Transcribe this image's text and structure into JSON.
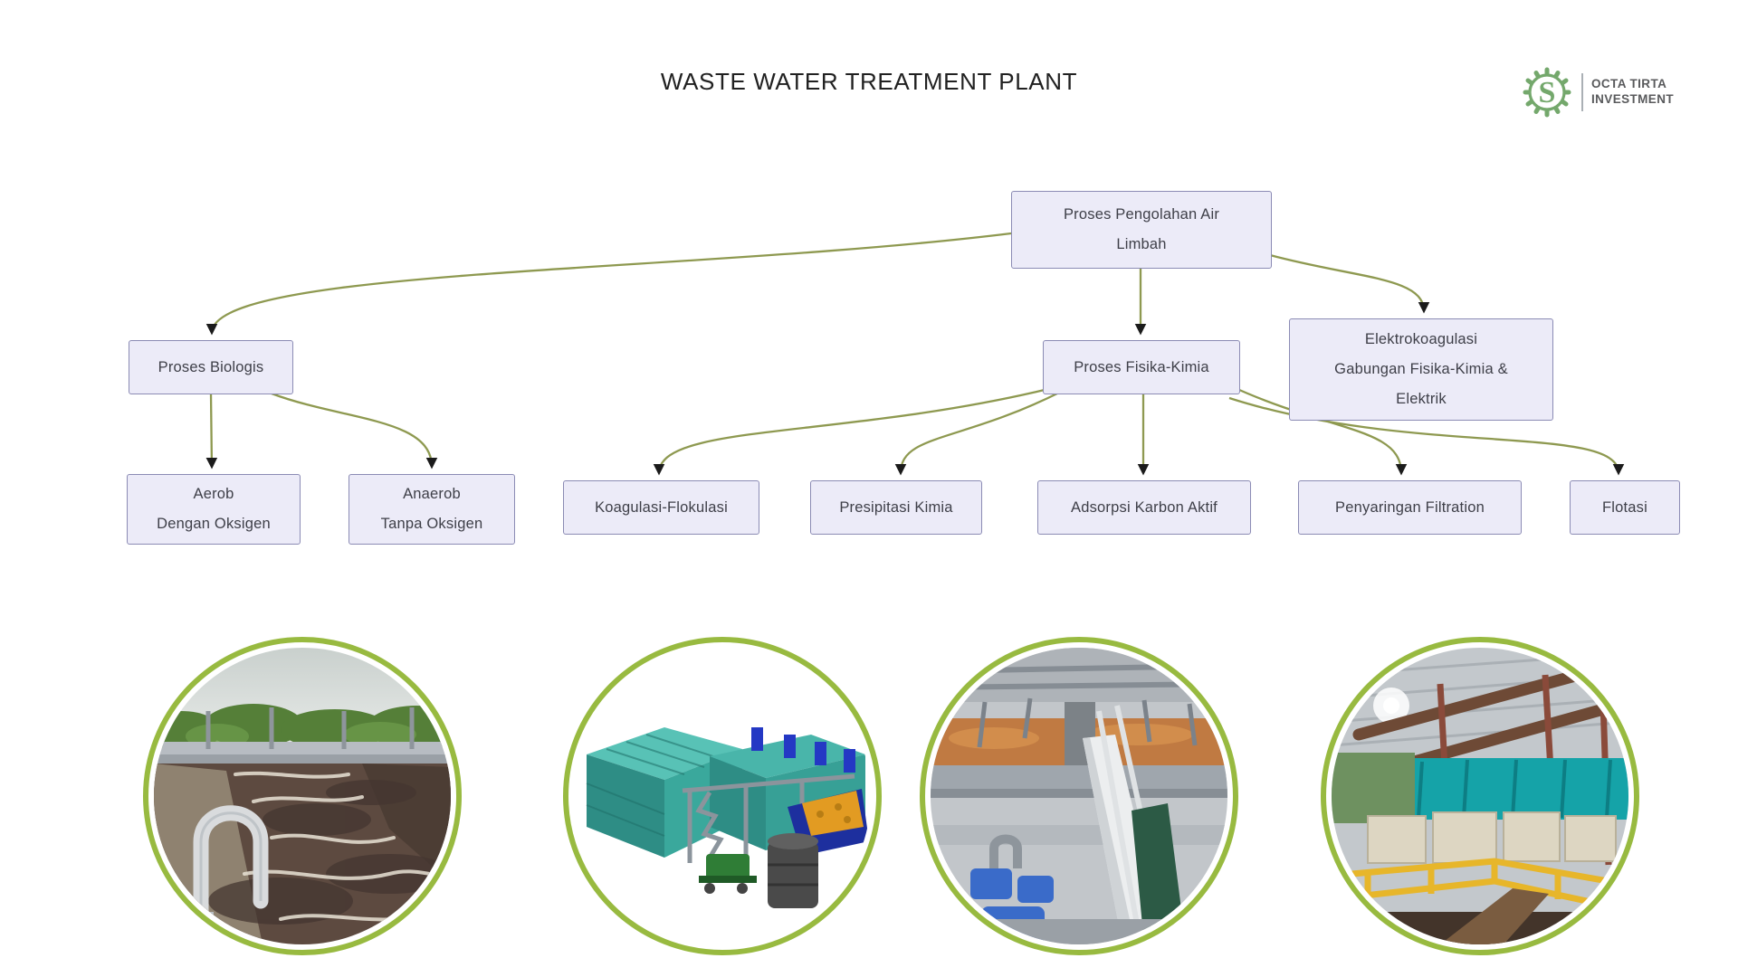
{
  "title": "WASTE WATER TREATMENT PLANT",
  "logo": {
    "gear_letter": "S",
    "company_line1": "OCTA TIRTA",
    "company_line2": "INVESTMENT"
  },
  "colors": {
    "accent_green": "#98BA40",
    "logo_green": "#74A86C",
    "connector_olive": "#8E9950",
    "node_fill": "#ECEBF8",
    "node_border": "#8B8BB4",
    "arrowhead": "#1B1B1B"
  },
  "flowchart": {
    "nodes": [
      {
        "id": "root",
        "lines": [
          "Proses Pengolahan Air",
          "Limbah"
        ]
      },
      {
        "id": "biologis",
        "lines": [
          "Proses Biologis"
        ]
      },
      {
        "id": "fisika",
        "lines": [
          "Proses Fisika-Kimia"
        ]
      },
      {
        "id": "elektro",
        "lines": [
          "Elektrokoagulasi",
          "Gabungan Fisika-Kimia &",
          "Elektrik"
        ]
      },
      {
        "id": "aerob",
        "lines": [
          "Aerob",
          "Dengan Oksigen"
        ]
      },
      {
        "id": "anaerob",
        "lines": [
          "Anaerob",
          "Tanpa Oksigen"
        ]
      },
      {
        "id": "koagulasi",
        "lines": [
          "Koagulasi-Flokulasi"
        ]
      },
      {
        "id": "presipitasi",
        "lines": [
          "Presipitasi Kimia"
        ]
      },
      {
        "id": "adsorpsi",
        "lines": [
          "Adsorpsi Karbon Aktif"
        ]
      },
      {
        "id": "penyaringan",
        "lines": [
          "Penyaringan Filtration"
        ]
      },
      {
        "id": "flotasi",
        "lines": [
          "Flotasi"
        ]
      }
    ]
  },
  "photos": [
    {
      "name": "aeration-basin-photo"
    },
    {
      "name": "treatment-plant-3d-render-photo"
    },
    {
      "name": "clarifier-tank-interior-photo"
    },
    {
      "name": "plant-hall-interior-photo"
    }
  ]
}
